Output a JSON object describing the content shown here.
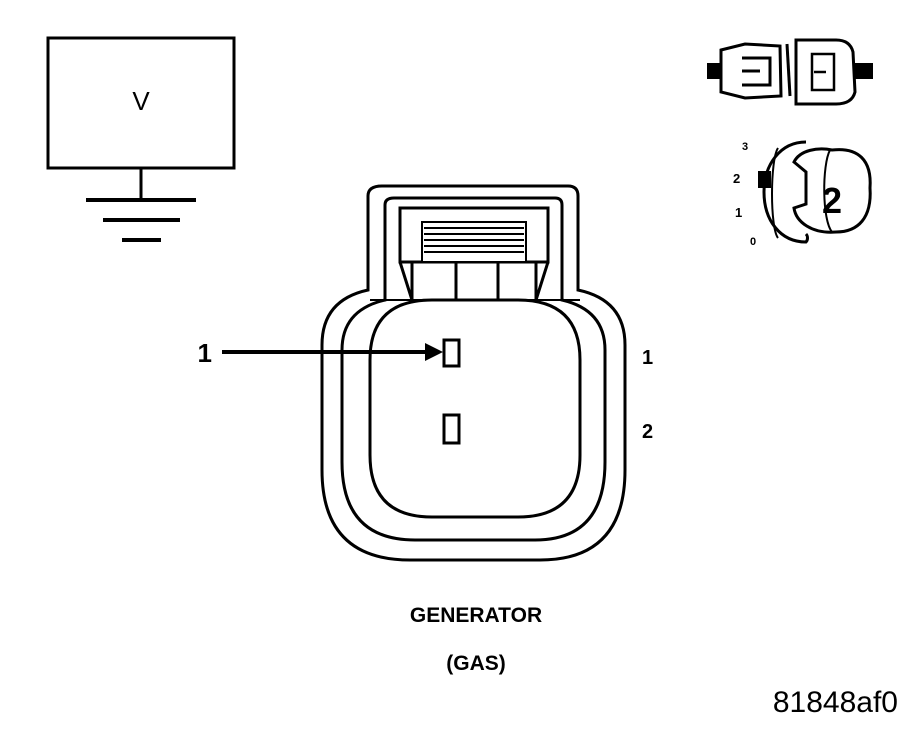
{
  "meter": {
    "label": "V"
  },
  "connector": {
    "callout": "1",
    "pin_labels": [
      "1",
      "2"
    ]
  },
  "key_switch": {
    "positions": [
      "3",
      "2",
      "1",
      "0"
    ],
    "key_label": "2"
  },
  "component": {
    "name": "GENERATOR",
    "variant": "(GAS)"
  },
  "figure_id": "81848af0",
  "colors": {
    "ink": "#000000",
    "background": "#ffffff"
  }
}
